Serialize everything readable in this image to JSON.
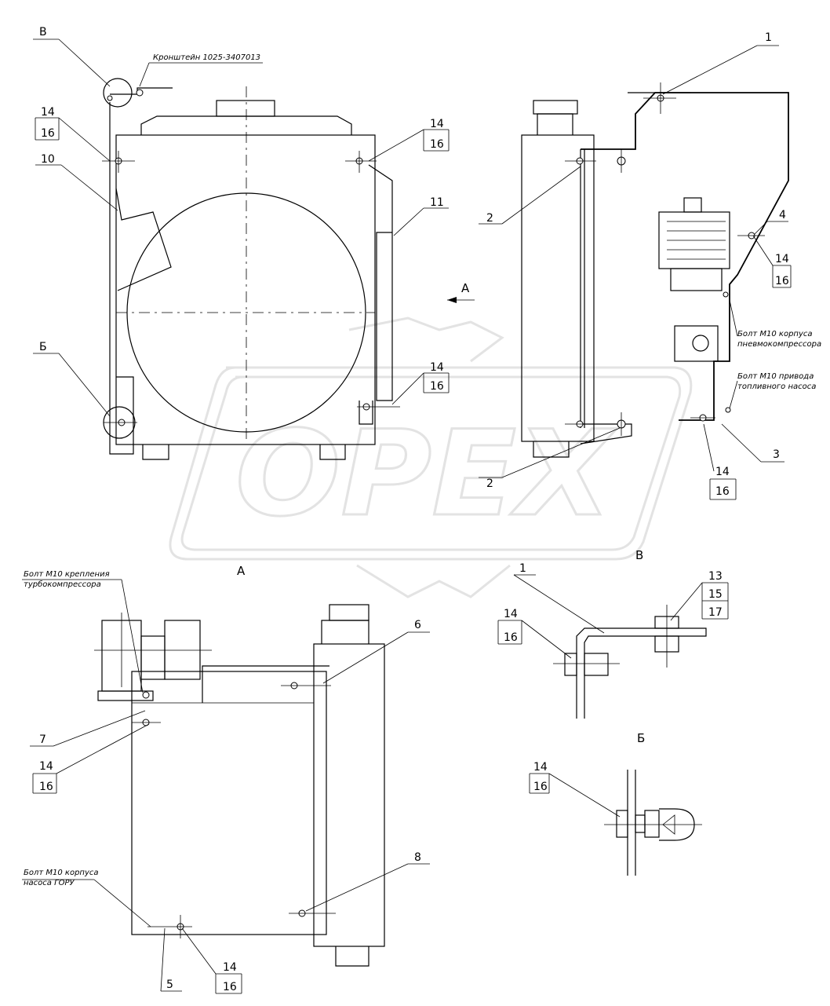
{
  "labels": {
    "B_top": "В",
    "bracket_note": "Кронштейн 1025-3407013",
    "n14_a": "14",
    "n16_a": "16",
    "n10": "10",
    "n14_b": "14",
    "n16_b": "16",
    "n11": "11",
    "B_mid": "Б",
    "n14_c": "14",
    "n16_c": "16",
    "A_arrow": "А",
    "n1_top": "1",
    "n2_a": "2",
    "n4": "4",
    "n14_d": "14",
    "n16_d": "16",
    "note_compressor_1": "Болт М10 корпуса",
    "note_compressor_2": "пневмокомпрессора",
    "note_fuel_1": "Болт М10 привода",
    "note_fuel_2": "топливного насоса",
    "n3": "3",
    "n14_e": "14",
    "n16_e": "16",
    "n2_b": "2",
    "view_A": "А",
    "view_V": "В",
    "note_turbo_1": "Болт М10 крепления",
    "note_turbo_2": "турбокомпрессора",
    "n6": "6",
    "n7": "7",
    "n14_f": "14",
    "n16_f": "16",
    "note_gory_1": "Болт М10 корпуса",
    "note_gory_2": "насоса ГОРУ",
    "n8": "8",
    "n5": "5",
    "n14_g": "14",
    "n16_g": "16",
    "n1_v": "1",
    "n14_h": "14",
    "n16_h": "16",
    "n13": "13",
    "n15": "15",
    "n17": "17",
    "view_B": "Б",
    "n14_i": "14",
    "n16_i": "16"
  },
  "watermark": {
    "text": "OPEX",
    "color": "#e3e3e3"
  }
}
